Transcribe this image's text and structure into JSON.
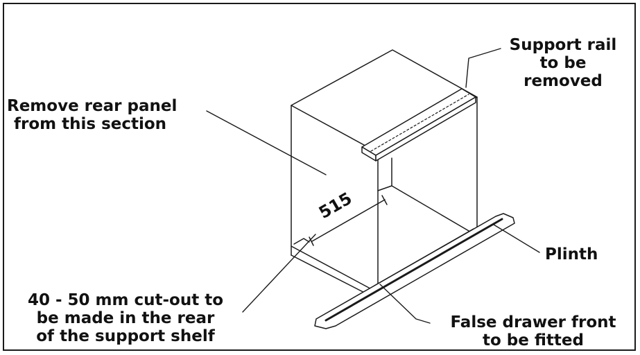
{
  "labels": {
    "support_rail": [
      "Support rail",
      "to be",
      "removed"
    ],
    "rear_panel": [
      "Remove rear panel",
      "from this section"
    ],
    "plinth": "Plinth",
    "cutout": [
      "40 - 50 mm cut-out to",
      "be made in the rear",
      "of the support shelf"
    ],
    "false_drawer": [
      "False drawer front",
      "to be fitted"
    ],
    "dimension": "515"
  }
}
